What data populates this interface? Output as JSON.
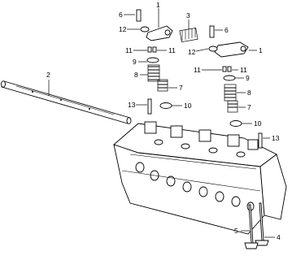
{
  "callouts": {
    "c1a": "1",
    "c1b": "1",
    "c2": "2",
    "c3": "3",
    "c4": "4",
    "c5": "5",
    "c6a": "6",
    "c6b": "6",
    "c7a": "7",
    "c7b": "7",
    "c8a": "8",
    "c8b": "8",
    "c9a": "9",
    "c9b": "9",
    "c10a": "10",
    "c10b": "10",
    "c11a": "11",
    "c11b": "11",
    "c11c": "11",
    "c11d": "11",
    "c12a": "12",
    "c12b": "12",
    "c13a": "13",
    "c13b": "13"
  }
}
